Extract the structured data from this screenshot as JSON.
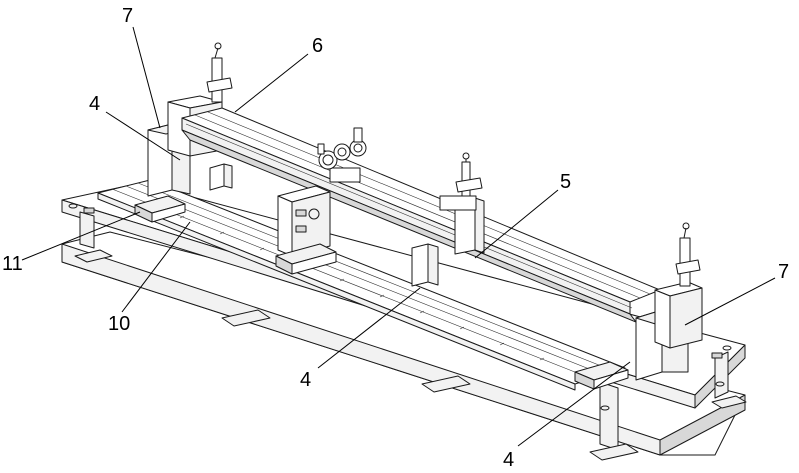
{
  "callouts": [
    {
      "id": "c7a",
      "text": "7"
    },
    {
      "id": "c6",
      "text": "6"
    },
    {
      "id": "c4a",
      "text": "4"
    },
    {
      "id": "c5",
      "text": "5"
    },
    {
      "id": "c7b",
      "text": "7"
    },
    {
      "id": "c11",
      "text": "11"
    },
    {
      "id": "c10",
      "text": "10"
    },
    {
      "id": "c4b",
      "text": "4"
    },
    {
      "id": "c4c",
      "text": "4"
    }
  ]
}
